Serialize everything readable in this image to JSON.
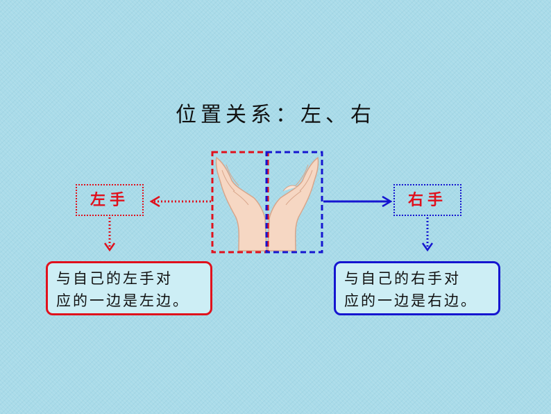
{
  "title": "位置关系：左、右",
  "left": {
    "label": "左手",
    "desc_line1": "与自己的左手对",
    "desc_line2": "应的一边是左边。"
  },
  "right": {
    "label": "右手",
    "desc_line1": "与自己的右手对",
    "desc_line2": "应的一边是右边。"
  },
  "colors": {
    "red": "#e0101c",
    "blue": "#1515d0",
    "background": "#a9dbe9"
  },
  "icons": [
    "left-hand-icon",
    "right-hand-icon",
    "left-arrow-icon",
    "right-arrow-icon",
    "down-arrow-icon"
  ]
}
